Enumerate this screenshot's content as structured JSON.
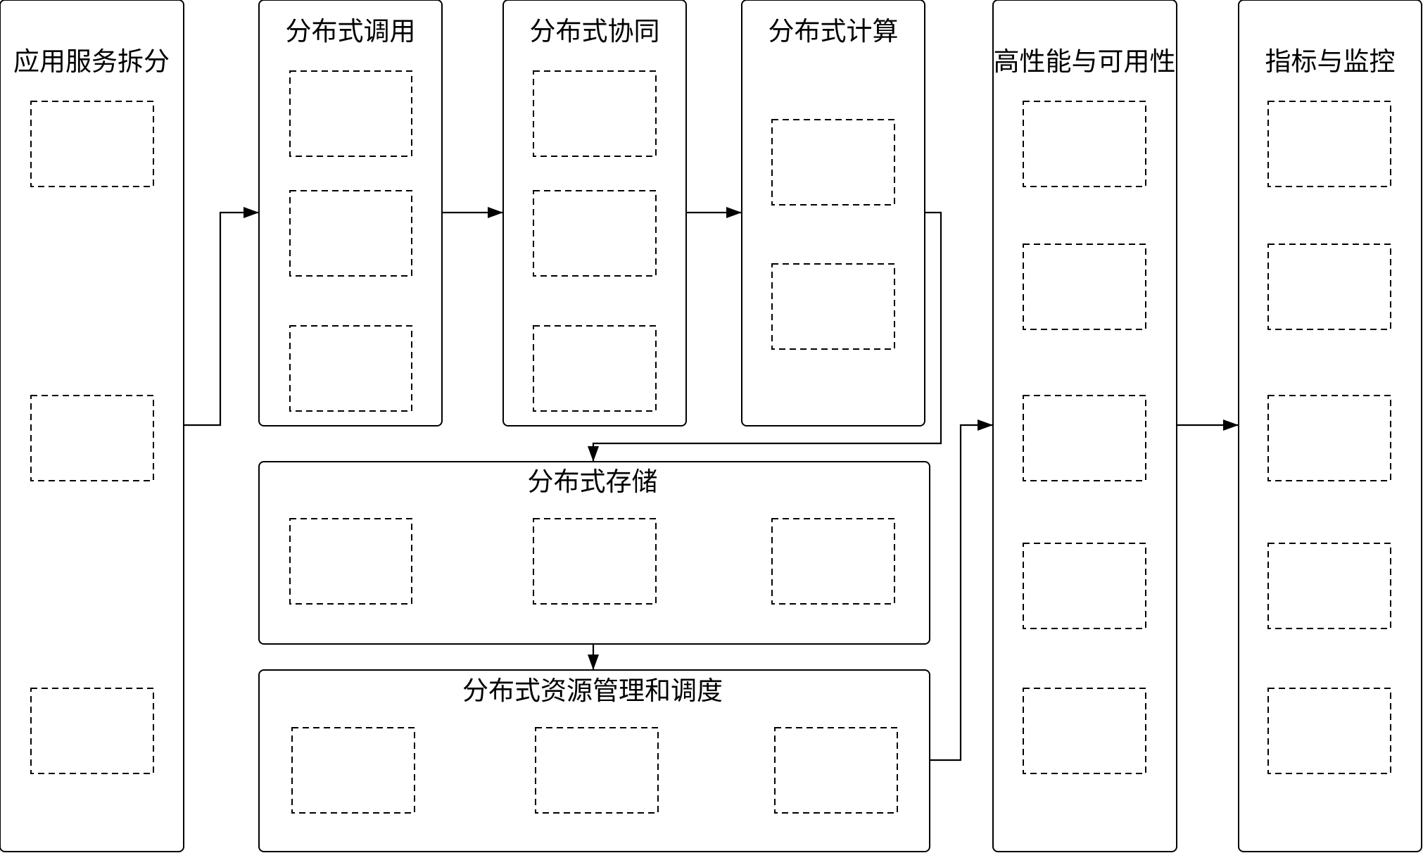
{
  "panels": {
    "app_split": "应用服务拆分",
    "dist_call": "分布式调用",
    "dist_coord": "分布式协同",
    "dist_compute": "分布式计算",
    "high_perf": "高性能与可用性",
    "metrics": "指标与监控",
    "dist_storage": "分布式存储",
    "dist_resource": "分布式资源管理和调度"
  },
  "colors": {
    "stroke": "#000000",
    "background": "#ffffff"
  }
}
